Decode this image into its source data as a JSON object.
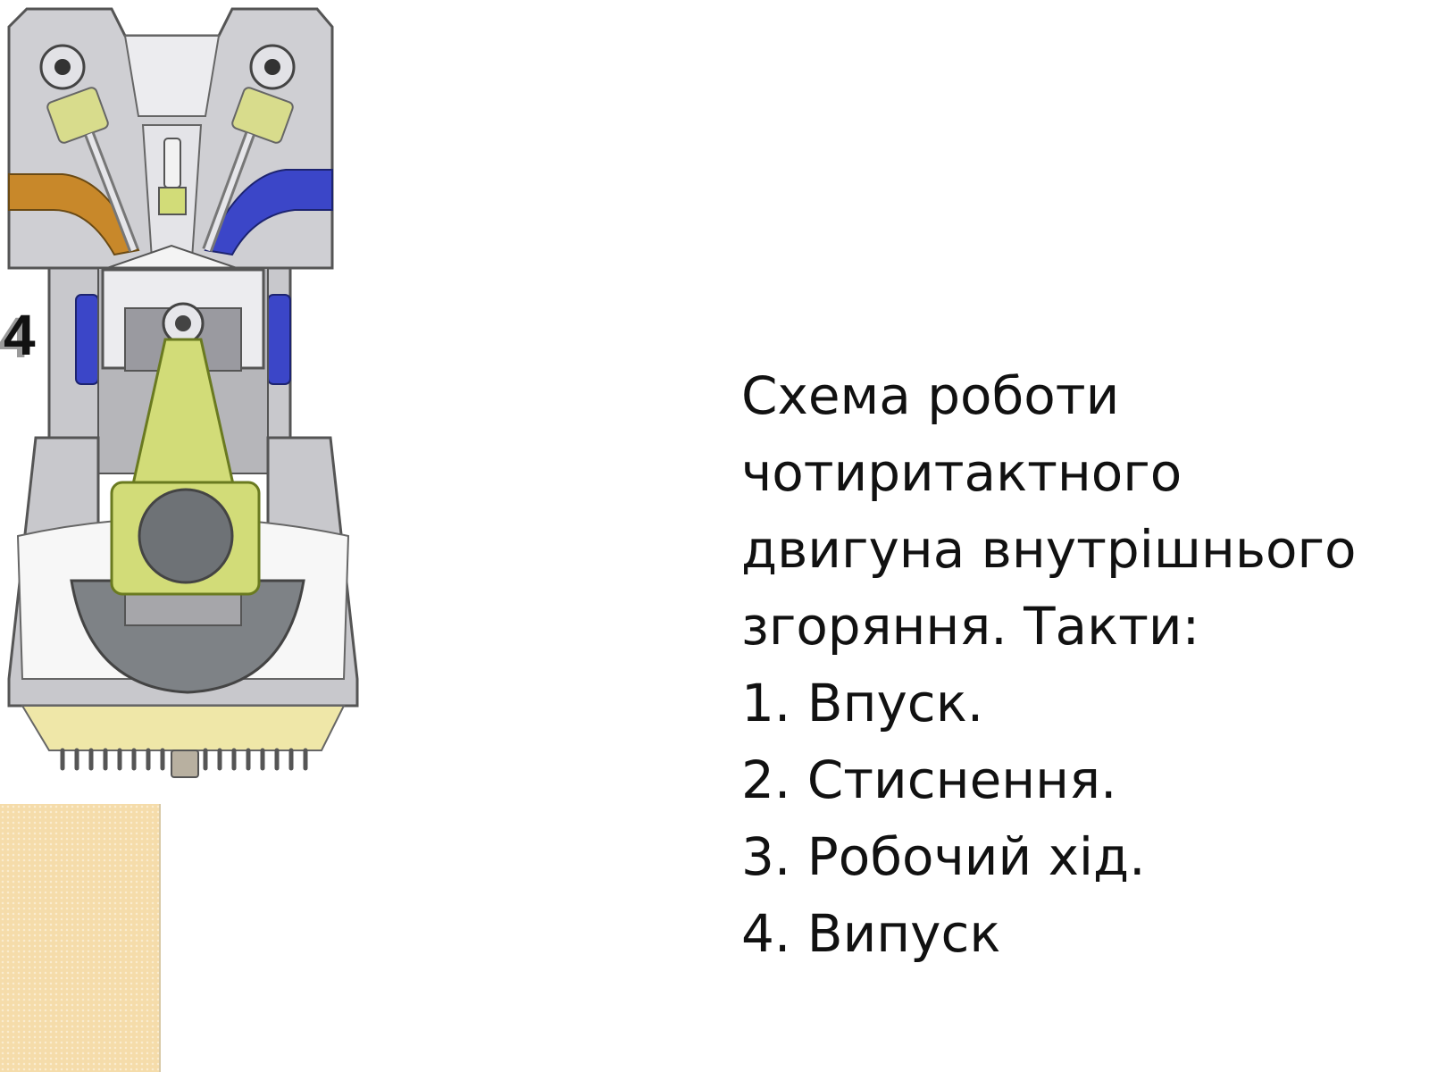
{
  "diagram": {
    "stroke_number": "4"
  },
  "text": {
    "lines": [
      "Схема роботи",
      "чотиритактного",
      "двигуна внутрішнього",
      "згоряння. Такти:",
      "1. Впуск.",
      "2. Стиснення.",
      "3. Робочий хід.",
      "4. Випуск"
    ]
  },
  "colors": {
    "engine_body": "#c8c8cc",
    "engine_outline": "#555555",
    "intake_port": "#c8882a",
    "exhaust_port": "#3b46c8",
    "valve_spring": "#d8dc8c",
    "connecting_rod": "#d2dc78",
    "oil_sump": "#efe7a8",
    "corner_swatch": "#f5dcaa"
  }
}
